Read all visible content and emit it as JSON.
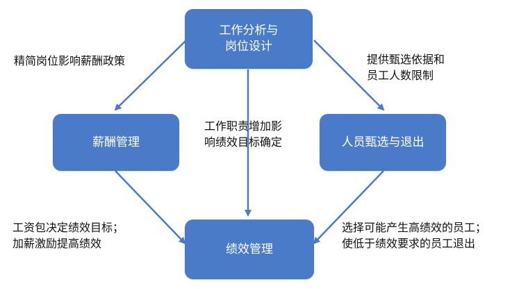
{
  "colors": {
    "node_fill": "#4A7BC8",
    "node_text": "#FFFFFF",
    "arrow": "#4A7BC8",
    "label_text": "#111111"
  },
  "nodes": {
    "top": "工作分析与\n岗位设计",
    "left": "薪酬管理",
    "right": "人员甄选与退出",
    "bottom": "绩效管理"
  },
  "labels": {
    "top_left": "精简岗位影响薪酬政策",
    "top_right": "提供甄选依据和\n员工人数限制",
    "center": "工作职责增加影\n响绩效目标确定",
    "bottom_left": "工资包决定绩效目标；\n加薪激励提高绩效",
    "bottom_right": "选择可能产生高绩效的员工；\n使低于绩效要求的员工退出"
  }
}
